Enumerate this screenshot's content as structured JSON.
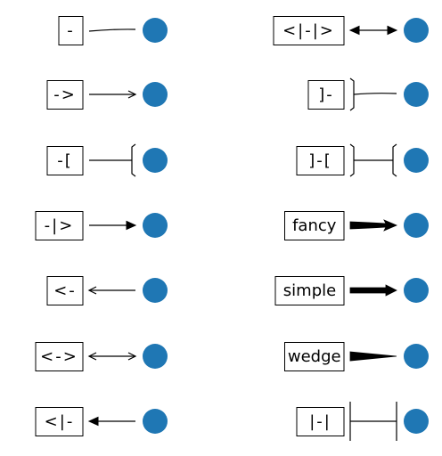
{
  "colors": {
    "dot": "#1f77b4",
    "line": "#000000",
    "box_border": "#000000",
    "background": "#ffffff"
  },
  "arrow_styles": {
    "left_column": [
      {
        "label": "-",
        "style": "line"
      },
      {
        "label": "->",
        "style": "open-head"
      },
      {
        "label": "-[",
        "style": "bracket-end"
      },
      {
        "label": "-|>",
        "style": "filled-head"
      },
      {
        "label": "<-",
        "style": "open-tail"
      },
      {
        "label": "<->",
        "style": "open-both"
      },
      {
        "label": "<|-",
        "style": "filled-tail"
      }
    ],
    "right_column": [
      {
        "label": "<|-|>",
        "style": "filled-both"
      },
      {
        "label": "]-",
        "style": "bracket-start"
      },
      {
        "label": "]-[",
        "style": "bracket-both"
      },
      {
        "label": "fancy",
        "style": "fancy"
      },
      {
        "label": "simple",
        "style": "simple"
      },
      {
        "label": "wedge",
        "style": "wedge"
      },
      {
        "label": "|-|",
        "style": "bar-both"
      }
    ]
  }
}
